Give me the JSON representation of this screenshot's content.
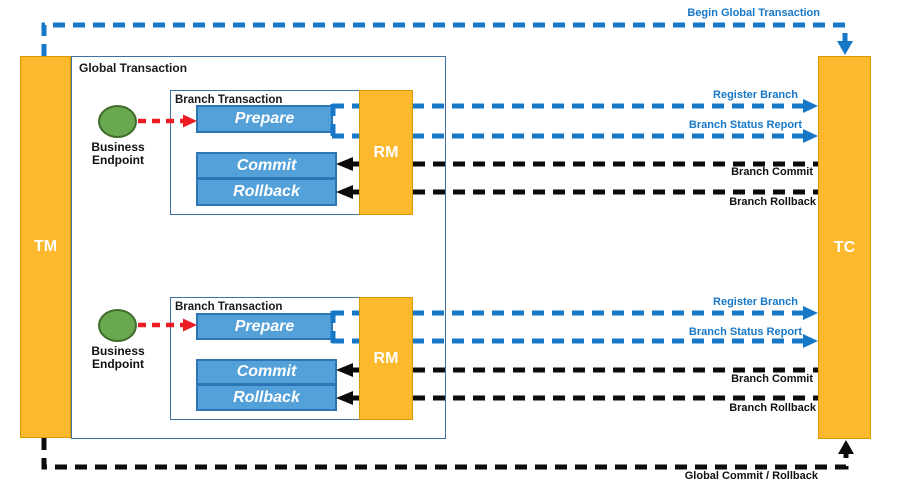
{
  "colors": {
    "orange-fill": "#FCB92E",
    "orange-border": "#D79B00",
    "blue-fill": "#54A1DA",
    "blue-border": "#2E75B6",
    "green-fill": "#6AA84F",
    "green-border": "#3F6C2A",
    "line-blue": "#1778C8",
    "line-black": "#0B0B0B",
    "line-red": "#EC1C24",
    "box-border": "#41719C"
  },
  "nodes": {
    "tm": "TM",
    "tc": "TC",
    "global_transaction_title": "Global Transaction"
  },
  "flow_labels": {
    "begin": "Begin Global Transaction",
    "global_commit_rollback": "Global Commit / Rollback"
  },
  "branches": [
    {
      "title": "Branch Transaction",
      "endpoint": "Business Endpoint",
      "prepare": "Prepare",
      "commit": "Commit",
      "rollback": "Rollback",
      "rm": "RM",
      "register": "Register Branch",
      "status": "Branch Status Report",
      "branch_commit": "Branch Commit",
      "branch_rollback": "Branch Rollback"
    },
    {
      "title": "Branch Transaction",
      "endpoint": "Business Endpoint",
      "prepare": "Prepare",
      "commit": "Commit",
      "rollback": "Rollback",
      "rm": "RM",
      "register": "Register Branch",
      "status": "Branch Status Report",
      "branch_commit": "Branch Commit",
      "branch_rollback": "Branch Rollback"
    }
  ]
}
